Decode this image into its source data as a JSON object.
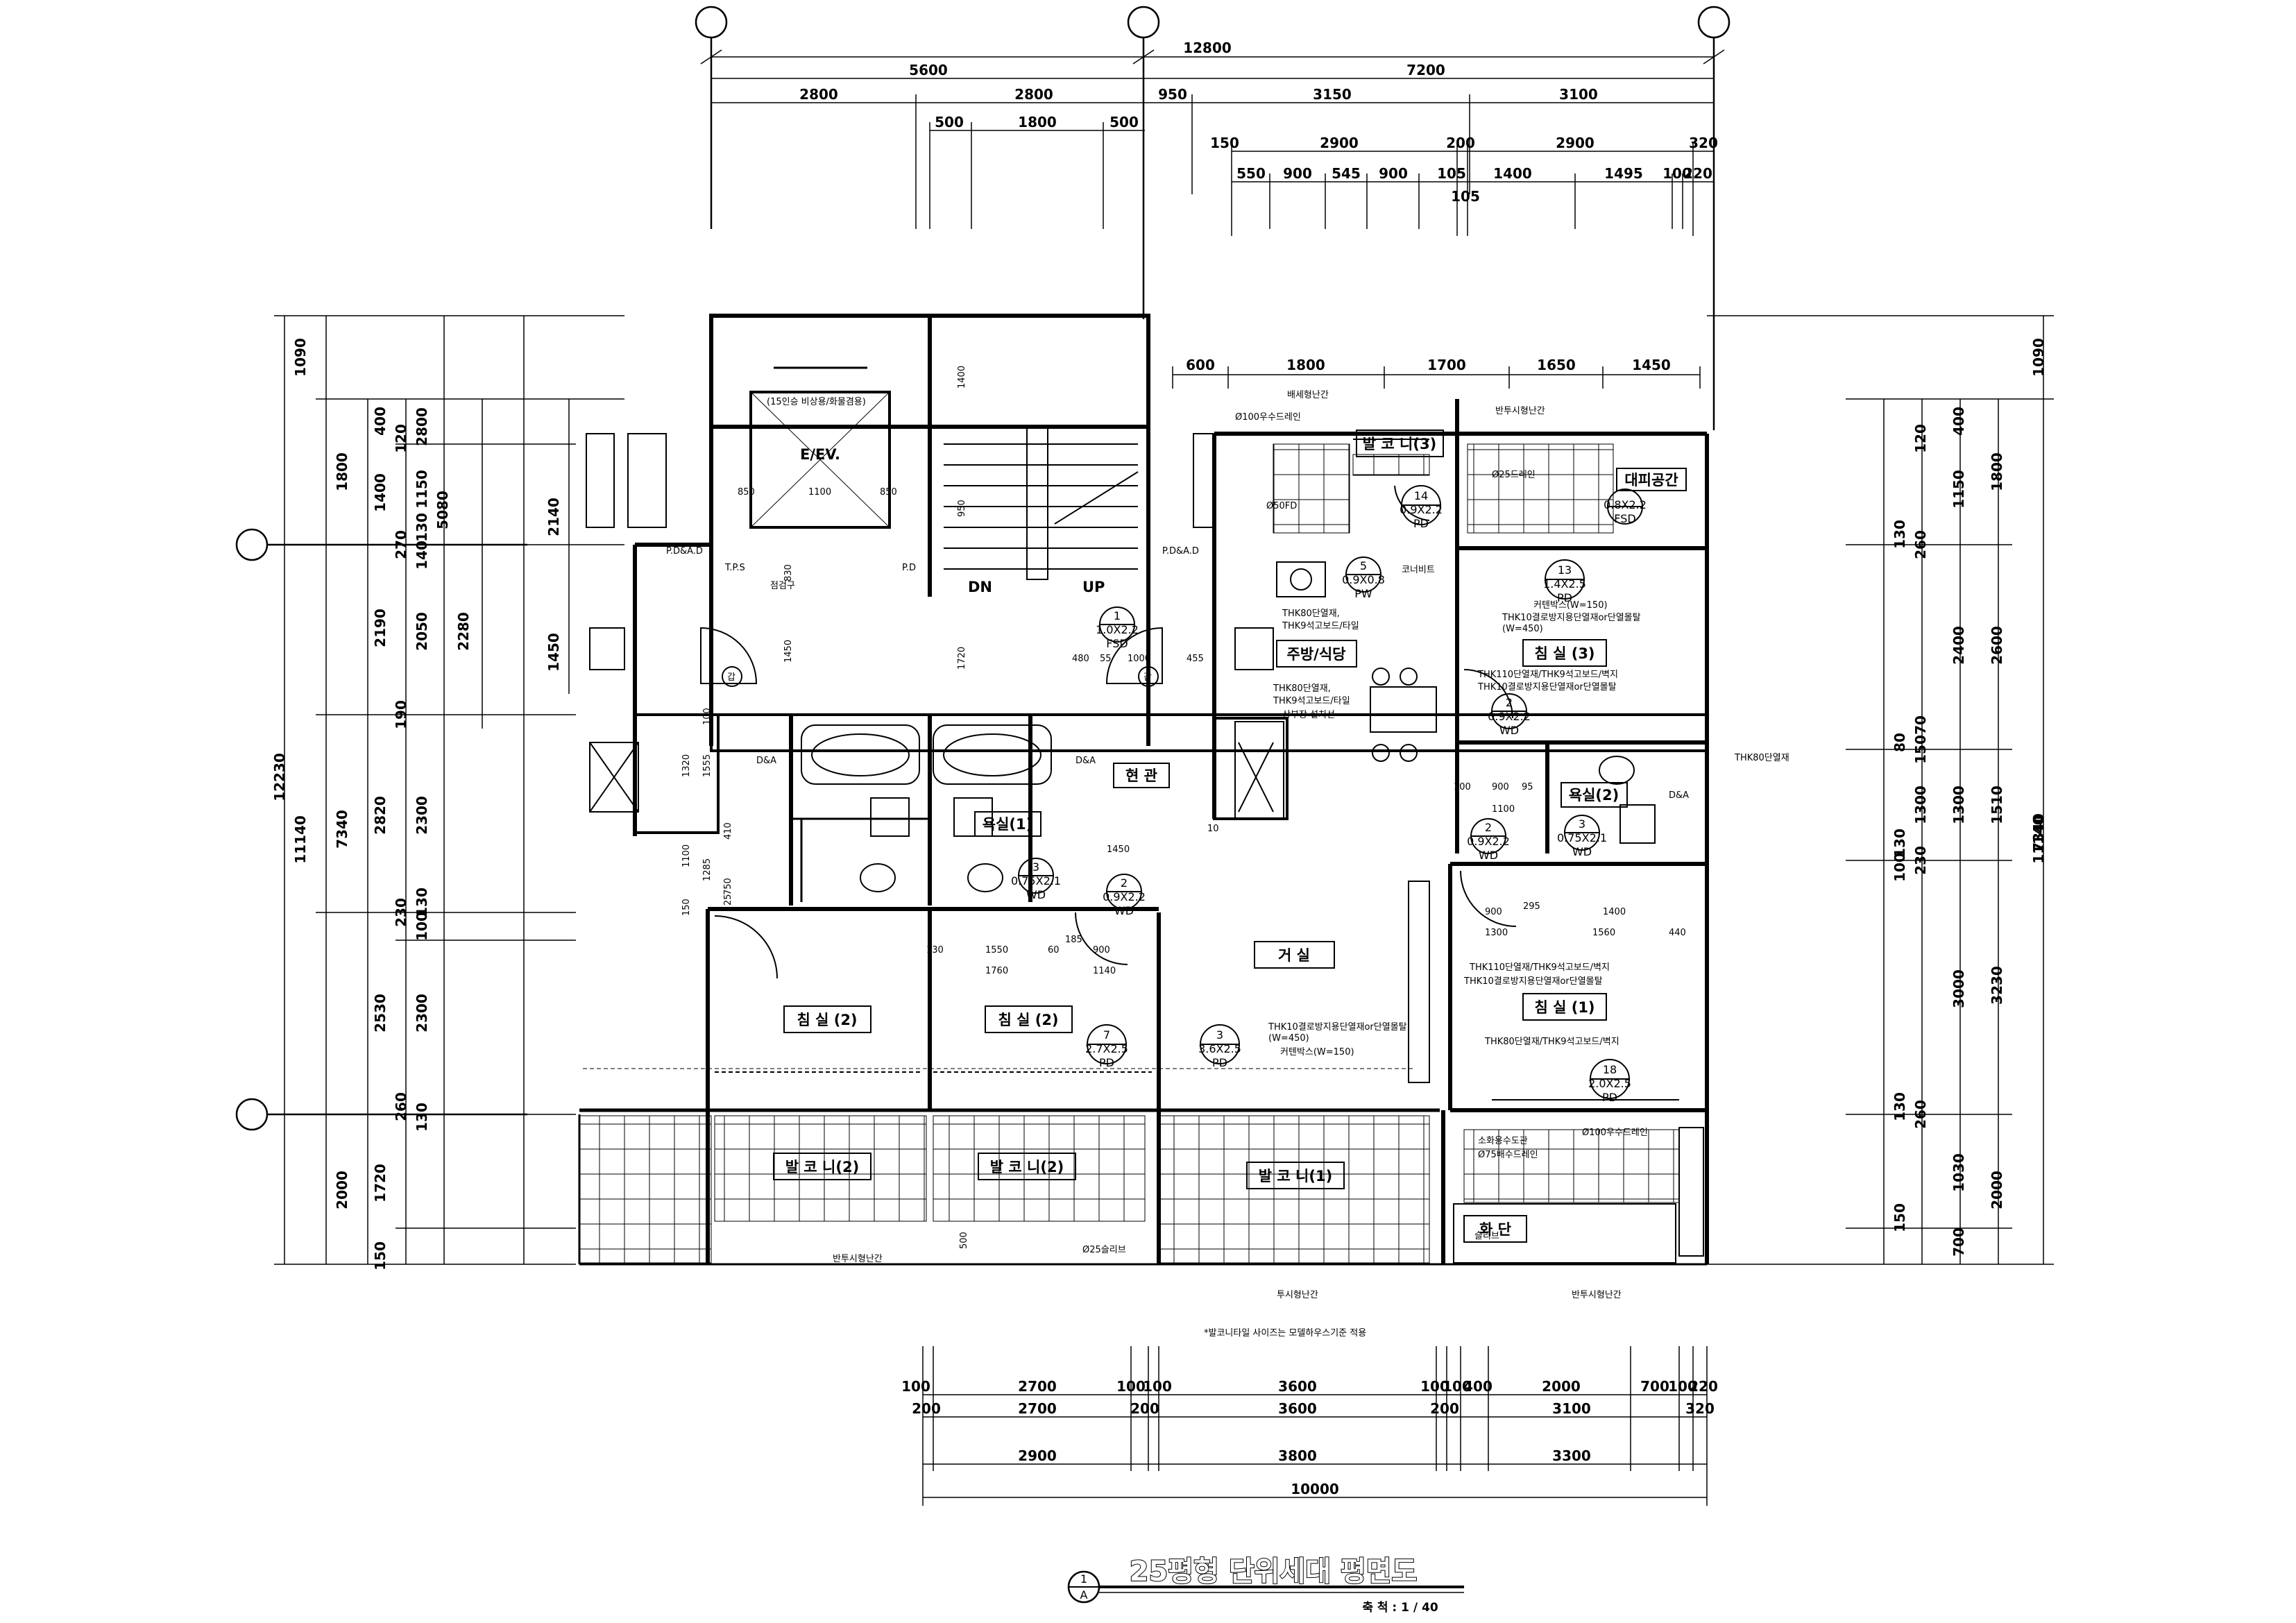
{
  "title": {
    "main": "25평형 단위세대 평면도",
    "scale": "축 척 : 1 / 40",
    "symbol_top": "1",
    "symbol_bottom": "A"
  },
  "top_dims": {
    "overall": "12800",
    "row2": [
      "5600",
      "7200"
    ],
    "row3": [
      "2800",
      "2800",
      "950",
      "3150",
      "3100"
    ],
    "row4": [
      "500",
      "1800",
      "500"
    ],
    "row5": [
      "150",
      "2900",
      "200",
      "2900",
      "320"
    ],
    "row6": [
      "550",
      "900",
      "545",
      "900",
      "105",
      "1400",
      "1495",
      "100",
      "220",
      "105"
    ]
  },
  "inner_top_dims": [
    "600",
    "1800",
    "1700",
    "1650",
    "1450"
  ],
  "bottom_dims": {
    "row1": [
      "100",
      "2700",
      "100",
      "100",
      "3600",
      "100",
      "100",
      "400",
      "2000",
      "700",
      "100",
      "220"
    ],
    "row2": [
      "200",
      "2700",
      "200",
      "3600",
      "200",
      "3100",
      "320"
    ],
    "row3": [
      "2900",
      "3800",
      "3300"
    ],
    "overall": "10000"
  },
  "left_dims": {
    "overall": "12230",
    "col2": [
      "1090",
      "11140"
    ],
    "col3": [
      "1800",
      "7340",
      "2000"
    ],
    "col4": [
      "400",
      "1400",
      "2190",
      "2820",
      "2530",
      "1720",
      "150"
    ],
    "col5": [
      "2800",
      "1150",
      "2050",
      "2300",
      "2300"
    ],
    "col6": [
      "120",
      "270",
      "140",
      "130",
      "190",
      "230",
      "100",
      "130",
      "260",
      "130"
    ],
    "col7": [
      "5080",
      "2280"
    ],
    "stair": [
      "2140",
      "1450"
    ]
  },
  "right_dims": {
    "col1": [
      "1090",
      "11140"
    ],
    "col2": [
      "1800",
      "2600",
      "1510",
      "3230",
      "2000"
    ],
    "col3": [
      "400",
      "1150",
      "2400",
      "1300",
      "3000",
      "1030",
      "700"
    ],
    "col4": [
      "120",
      "130",
      "260",
      "80",
      "70",
      "150",
      "100",
      "130",
      "230",
      "130",
      "260",
      "150"
    ],
    "col5": [
      "1300",
      "7340"
    ]
  },
  "rooms": [
    {
      "label": "거    실"
    },
    {
      "label": "주방/식당"
    },
    {
      "label": "침 실 (1)"
    },
    {
      "label": "침 실 (2)"
    },
    {
      "label": "침 실 (2)"
    },
    {
      "label": "침 실 (3)"
    },
    {
      "label": "욕실(1)"
    },
    {
      "label": "욕실(2)"
    },
    {
      "label": "현 관"
    },
    {
      "label": "발 코 니(1)"
    },
    {
      "label": "발 코 니(2)"
    },
    {
      "label": "발 코 니(2)"
    },
    {
      "label": "발 코 니(3)"
    },
    {
      "label": "대피공간"
    },
    {
      "label": "화 단"
    },
    {
      "label": "E/EV."
    }
  ],
  "doors": [
    {
      "num": "1",
      "size": "1.0X2.2",
      "type": "FSD"
    },
    {
      "num": "2",
      "size": "0.9X2.2",
      "type": "WD"
    },
    {
      "num": "2",
      "size": "0.9X2.2",
      "type": "WD"
    },
    {
      "num": "2",
      "size": "0.9X2.2",
      "type": "WD"
    },
    {
      "num": "3",
      "size": "0.75X2.1",
      "type": "WD"
    },
    {
      "num": "3",
      "size": "0.75X2.1",
      "type": "WD"
    },
    {
      "num": "3",
      "size": "3.6X2.5",
      "type": "PD"
    },
    {
      "num": "7",
      "size": "2.7X2.5",
      "type": "PD"
    },
    {
      "num": "13",
      "size": "1.4X2.5",
      "type": "PD"
    },
    {
      "num": "14",
      "size": "0.9X2.2",
      "type": "PD"
    },
    {
      "num": "18",
      "size": "2.0X2.5",
      "type": "PD"
    },
    {
      "num": "5",
      "size": "0.9X0.8",
      "type": "PW"
    },
    {
      "num": "",
      "size": "0.8X2.2",
      "type": "FSD"
    }
  ],
  "notes": {
    "drain_top": "Ø100우수드레인",
    "vent": "배세형난간",
    "balustrade_top": "반투시형난간",
    "drain_25": "Ø25드레인",
    "drain_50": "Ø50FD",
    "corner_bead": "코너비트",
    "wall_kitchen_1": "THK80단열재,",
    "wall_kitchen_2": "THK9석고보드/타일",
    "wall_kitchen_3": "THK80단열재,",
    "wall_kitchen_4": "THK9석고보드/타일",
    "wall_kitchen_5": "상부장 설치선",
    "curtain_box": "커텐박스(W=150)",
    "wall_r3_1": "THK10결로방지용단열재or단열몰탈",
    "wall_r3_2": "(W=450)",
    "wall_r3_3": "THK110단열재/THK9석고보드/벽지",
    "wall_r3_4": "THK10결로방지용단열재or단열몰탈",
    "insul_80": "THK80단열재",
    "wall_r1_1": "THK110단열재/THK9석고보드/벽지",
    "wall_r1_2": "THK10결로방지용단열재or단열몰탈",
    "wall_r1_3": "THK80단열재/THK9석고보드/벽지",
    "living_1": "THK10결로방지용단열재or단열몰탈",
    "living_2": "(W=450)",
    "living_3": "커텐박스(W=150)",
    "drain_bal": "Ø100우수드레인",
    "fire_pipe": "소화용수도관",
    "drain_75": "Ø75배수드레인",
    "sleeve": "슬리브",
    "balustrade_b1": "반투시형난간",
    "drain_25b": "Ø25슬리브",
    "balustrade_b2": "투시형난간",
    "balustrade_b3": "반투시형난간",
    "footnote": "*발코니타일 사이즈는 모델하우스기준 적용",
    "tps": "T.P.S",
    "ps": "P.D",
    "pd_ad": "P.D&A.D",
    "pd_ad2": "P.D&A.D",
    "da": "D&A",
    "da2": "D&A",
    "da3": "D&A",
    "elev_cap": "(15인승 비상용/화물겸용)",
    "elev_w": [
      "850",
      "1100",
      "850"
    ],
    "dn": "DN",
    "up": "UP",
    "stair_dims": [
      "1400",
      "950",
      "1720",
      "1450",
      "830"
    ],
    "inspection": "점검구",
    "lobby_mark": "갑",
    "r1_dims": [
      "900",
      "295",
      "1400",
      "1300",
      "1560",
      "440"
    ],
    "bath2_dims": [
      "900",
      "95",
      "100",
      "1100"
    ],
    "r2_dims": [
      "1550",
      "1760",
      "185",
      "900",
      "60",
      "1140",
      "130"
    ],
    "entry_dims": [
      "480",
      "55",
      "1000",
      "455",
      "10",
      "1450"
    ],
    "bath_left_dims": [
      "1320",
      "1555",
      "410",
      "1100",
      "1285",
      "750",
      "25",
      "150",
      "100"
    ],
    "balc_500": "500"
  },
  "grid_bubbles": [
    "",
    "",
    "",
    "",
    ""
  ]
}
